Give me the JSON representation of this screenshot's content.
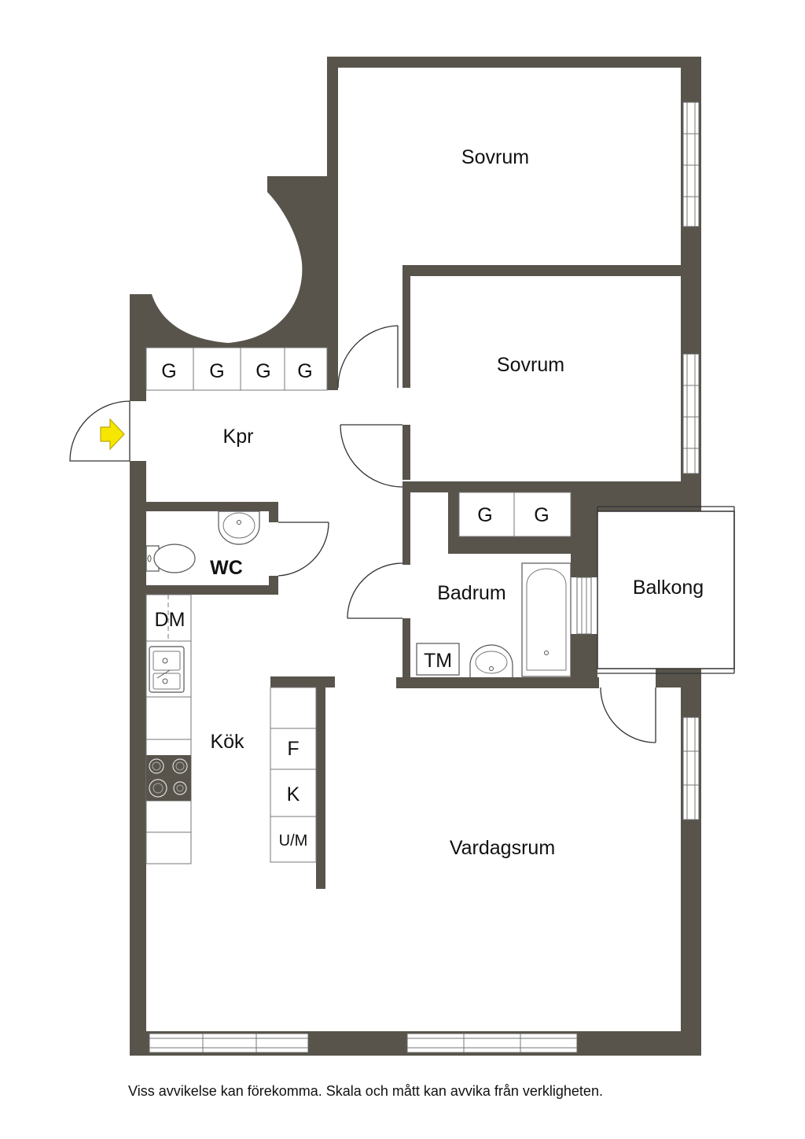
{
  "rooms": {
    "sovrum_upper": "Sovrum",
    "sovrum_lower": "Sovrum",
    "kpr": "Kpr",
    "wc": "WC",
    "badrum": "Badrum",
    "balkong": "Balkong",
    "kok": "Kök",
    "vardagsrum": "Vardagsrum"
  },
  "fixtures": {
    "wardrobe_label": "G",
    "dishwasher": "DM",
    "washing_machine": "TM",
    "fridge": "F",
    "freezer": "K",
    "oven_micro": "U/M"
  },
  "footnote": "Viss avvikelse kan förekomma. Skala och mått kan avvika från verkligheten.",
  "colors": {
    "wall": "#58544c",
    "entrance_arrow": "#f7e600"
  }
}
